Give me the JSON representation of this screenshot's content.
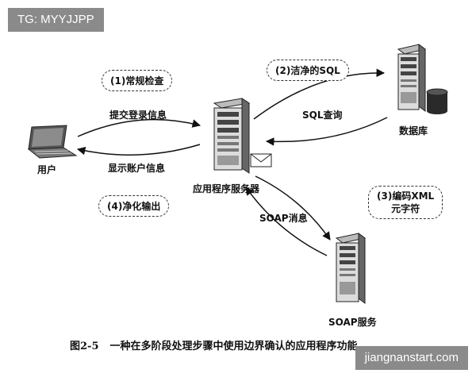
{
  "watermark_top": "TG: MYYJJPP",
  "watermark_bottom": "jiangnanstart.com",
  "nodes": {
    "user": "用户",
    "app_server": "应用程序服务器",
    "database": "数据库",
    "soap_service": "SOAP服务"
  },
  "edges": {
    "submit_login": "提交登录信息",
    "show_account": "显示账户信息",
    "sql_query": "SQL查询",
    "soap_message": "SOAP消息"
  },
  "steps": {
    "s1": "(1)常规检查",
    "s2": "(2)洁净的SQL",
    "s3_line1": "(3)编码XML",
    "s3_line2": "元字符",
    "s4": "(4)净化输出"
  },
  "caption": {
    "figure_no": "图2-5",
    "text": "一种在多阶段处理步骤中使用边界确认的应用程序功能"
  }
}
